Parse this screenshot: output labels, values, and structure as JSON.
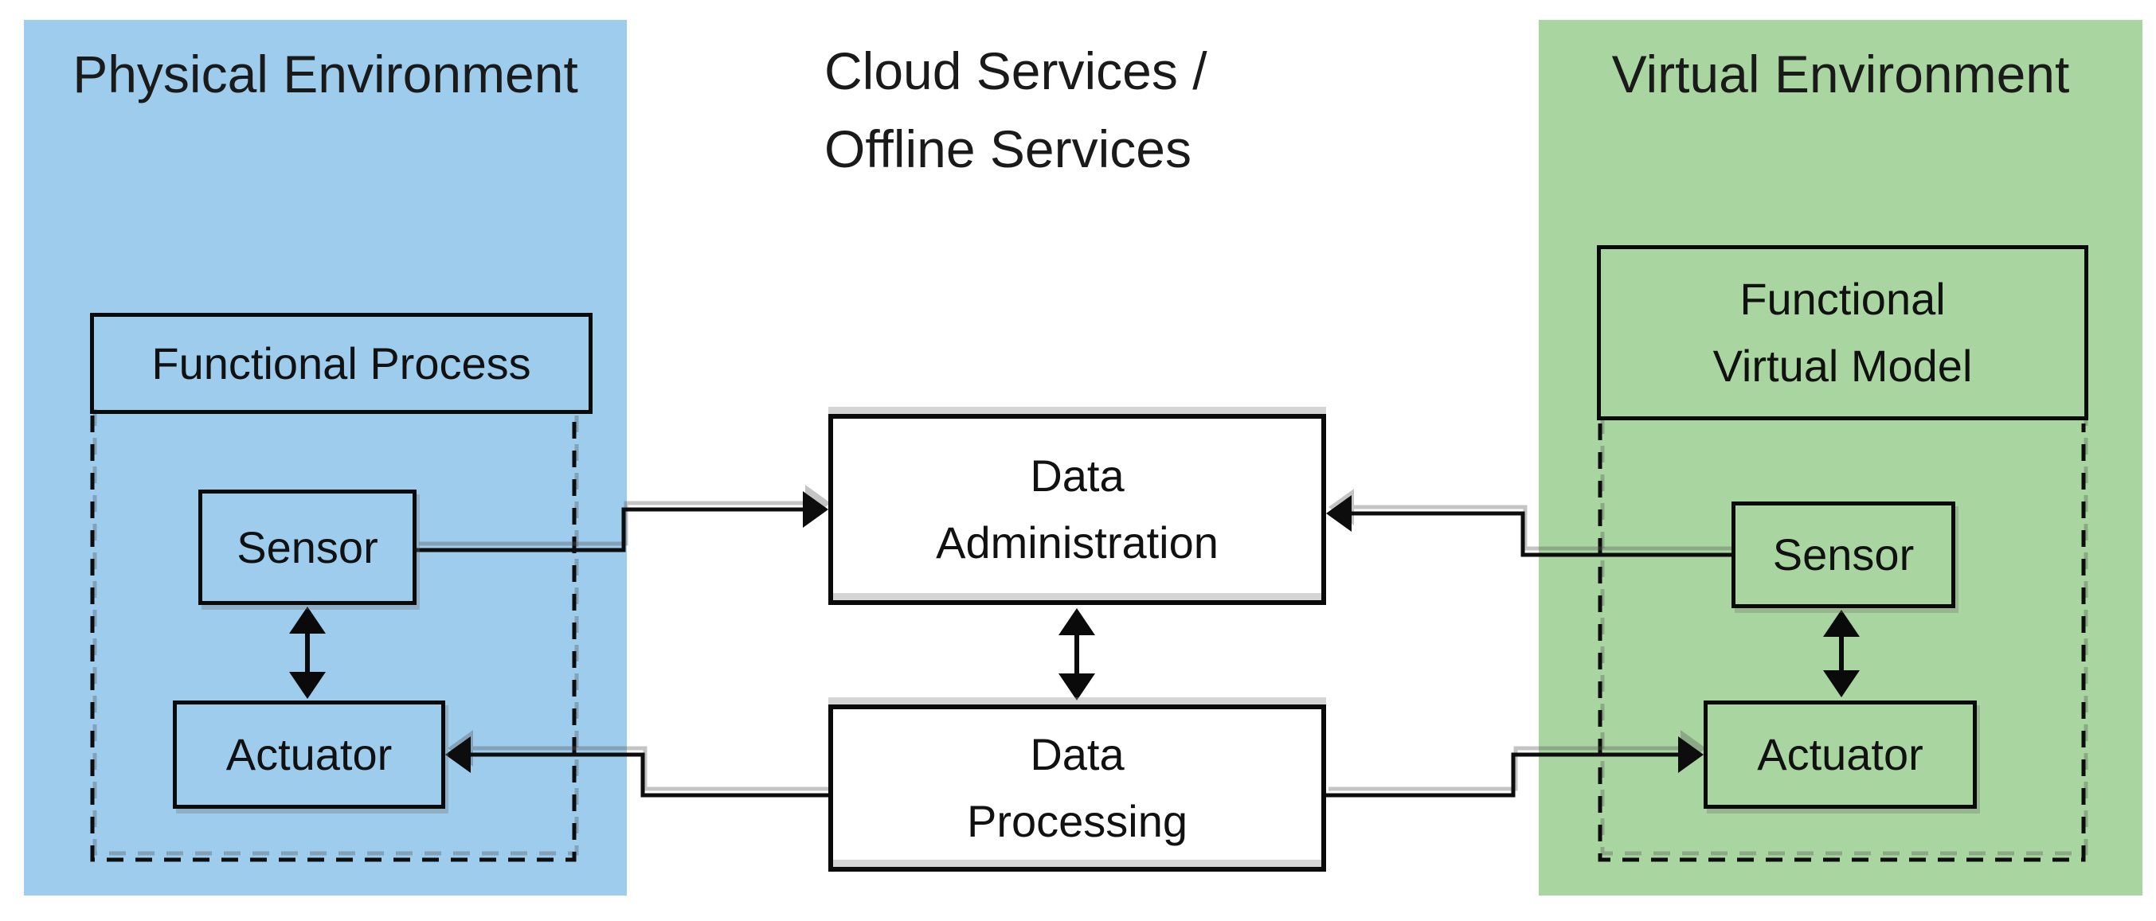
{
  "diagram": {
    "type": "architecture-block-diagram",
    "description": "Digital twin data flow between a physical environment, cloud/offline services and a virtual environment"
  },
  "panels": {
    "physical": {
      "title": "Physical Environment",
      "bg": "#9DCCEC"
    },
    "cloud": {
      "title_line1": "Cloud Services /",
      "title_line2": "Offline Services"
    },
    "virtual": {
      "title": "Virtual Environment",
      "bg": "#A9D6A0"
    }
  },
  "nodes": {
    "functional_process": {
      "label": "Functional Process"
    },
    "sensor_left": {
      "label": "Sensor"
    },
    "actuator_left": {
      "label": "Actuator"
    },
    "data_administration": {
      "label_line1": "Data",
      "label_line2": "Administration"
    },
    "data_processing": {
      "label_line1": "Data",
      "label_line2": "Processing"
    },
    "functional_virtual_model": {
      "label_line1": "Functional",
      "label_line2": "Virtual Model"
    },
    "sensor_right": {
      "label": "Sensor"
    },
    "actuator_right": {
      "label": "Actuator"
    }
  },
  "edges": [
    {
      "from": "sensor_left",
      "to": "data_administration",
      "direction": "one-way"
    },
    {
      "from": "sensor_right",
      "to": "data_administration",
      "direction": "one-way"
    },
    {
      "from": "data_processing",
      "to": "actuator_left",
      "direction": "one-way"
    },
    {
      "from": "data_processing",
      "to": "actuator_right",
      "direction": "one-way"
    },
    {
      "from": "sensor_left",
      "to": "actuator_left",
      "direction": "two-way"
    },
    {
      "from": "data_administration",
      "to": "data_processing",
      "direction": "two-way"
    },
    {
      "from": "sensor_right",
      "to": "actuator_right",
      "direction": "two-way"
    }
  ],
  "colors": {
    "physical_bg": "#9DCCEC",
    "virtual_bg": "#A9D6A0",
    "line": "#0a0a0a",
    "text": "#161616",
    "center_box_bg": "#ffffff",
    "shadow": "#8c8c8c"
  }
}
